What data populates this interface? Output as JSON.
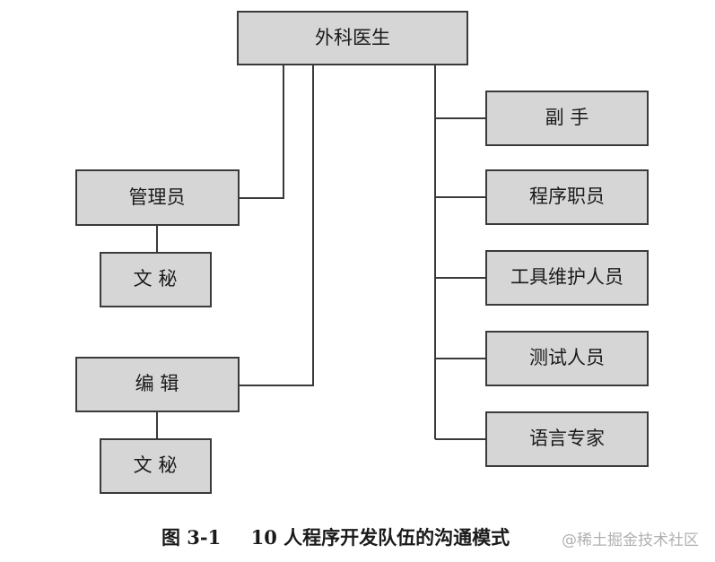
{
  "nodes": {
    "surgeon": "外科医生",
    "administrator": "管理员",
    "secretary_admin": "文 秘",
    "editor": "编 辑",
    "secretary_editor": "文 秘",
    "copilot": "副 手",
    "program_clerk": "程序职员",
    "toolsmith": "工具维护人员",
    "tester": "测试人员",
    "language_lawyer": "语言专家"
  },
  "caption": {
    "figure_number": "图 3-1",
    "title": "10 人程序开发队伍的沟通模式"
  },
  "watermark": "@稀土掘金技术社区",
  "colors": {
    "box_fill": "#d6d6d6",
    "box_stroke": "#3a3a3a",
    "line": "#3a3a3a",
    "text": "#1a1a1a",
    "watermark": "#b0b0b0"
  }
}
